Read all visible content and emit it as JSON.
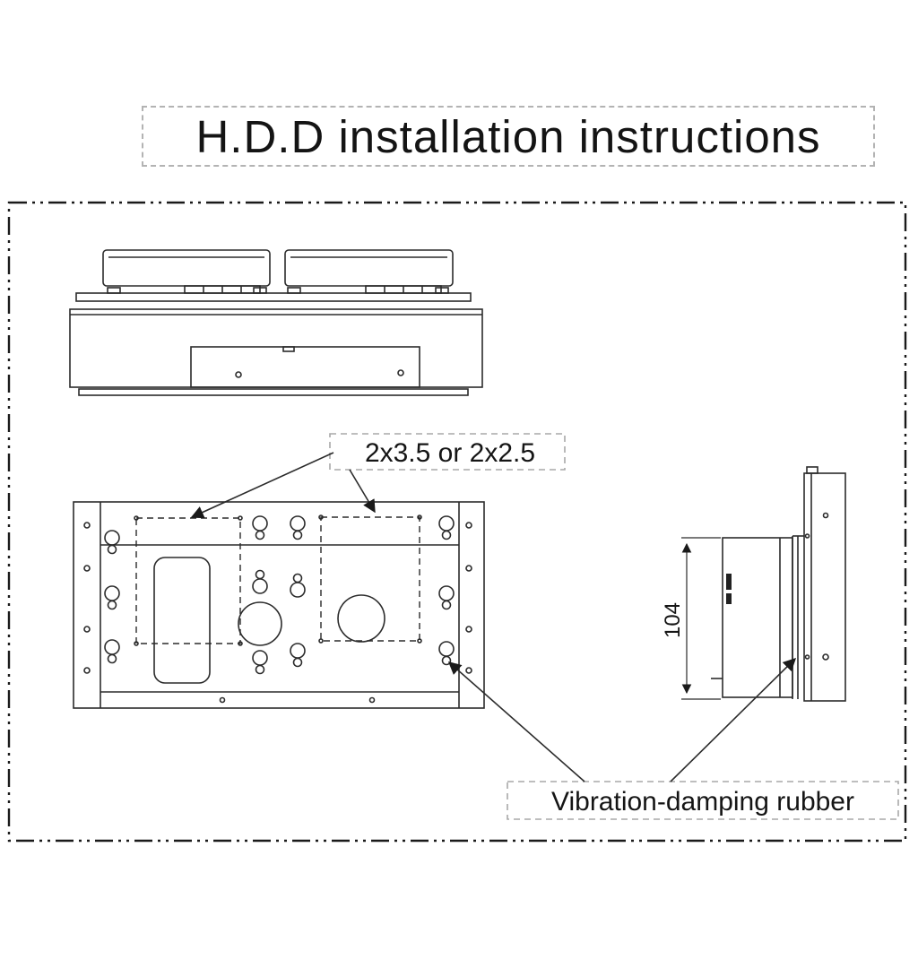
{
  "title": "H.D.D installation instructions",
  "callouts": {
    "screw_spec": "2x3.5 or 2x2.5",
    "vibration_rubber": "Vibration-damping rubber"
  },
  "dimensions": {
    "height_104": "104"
  },
  "colors": {
    "line": "#2b2b2b",
    "dashed_box": "#a8a8a8",
    "frame": "#1a1a1a",
    "text": "#151515"
  }
}
